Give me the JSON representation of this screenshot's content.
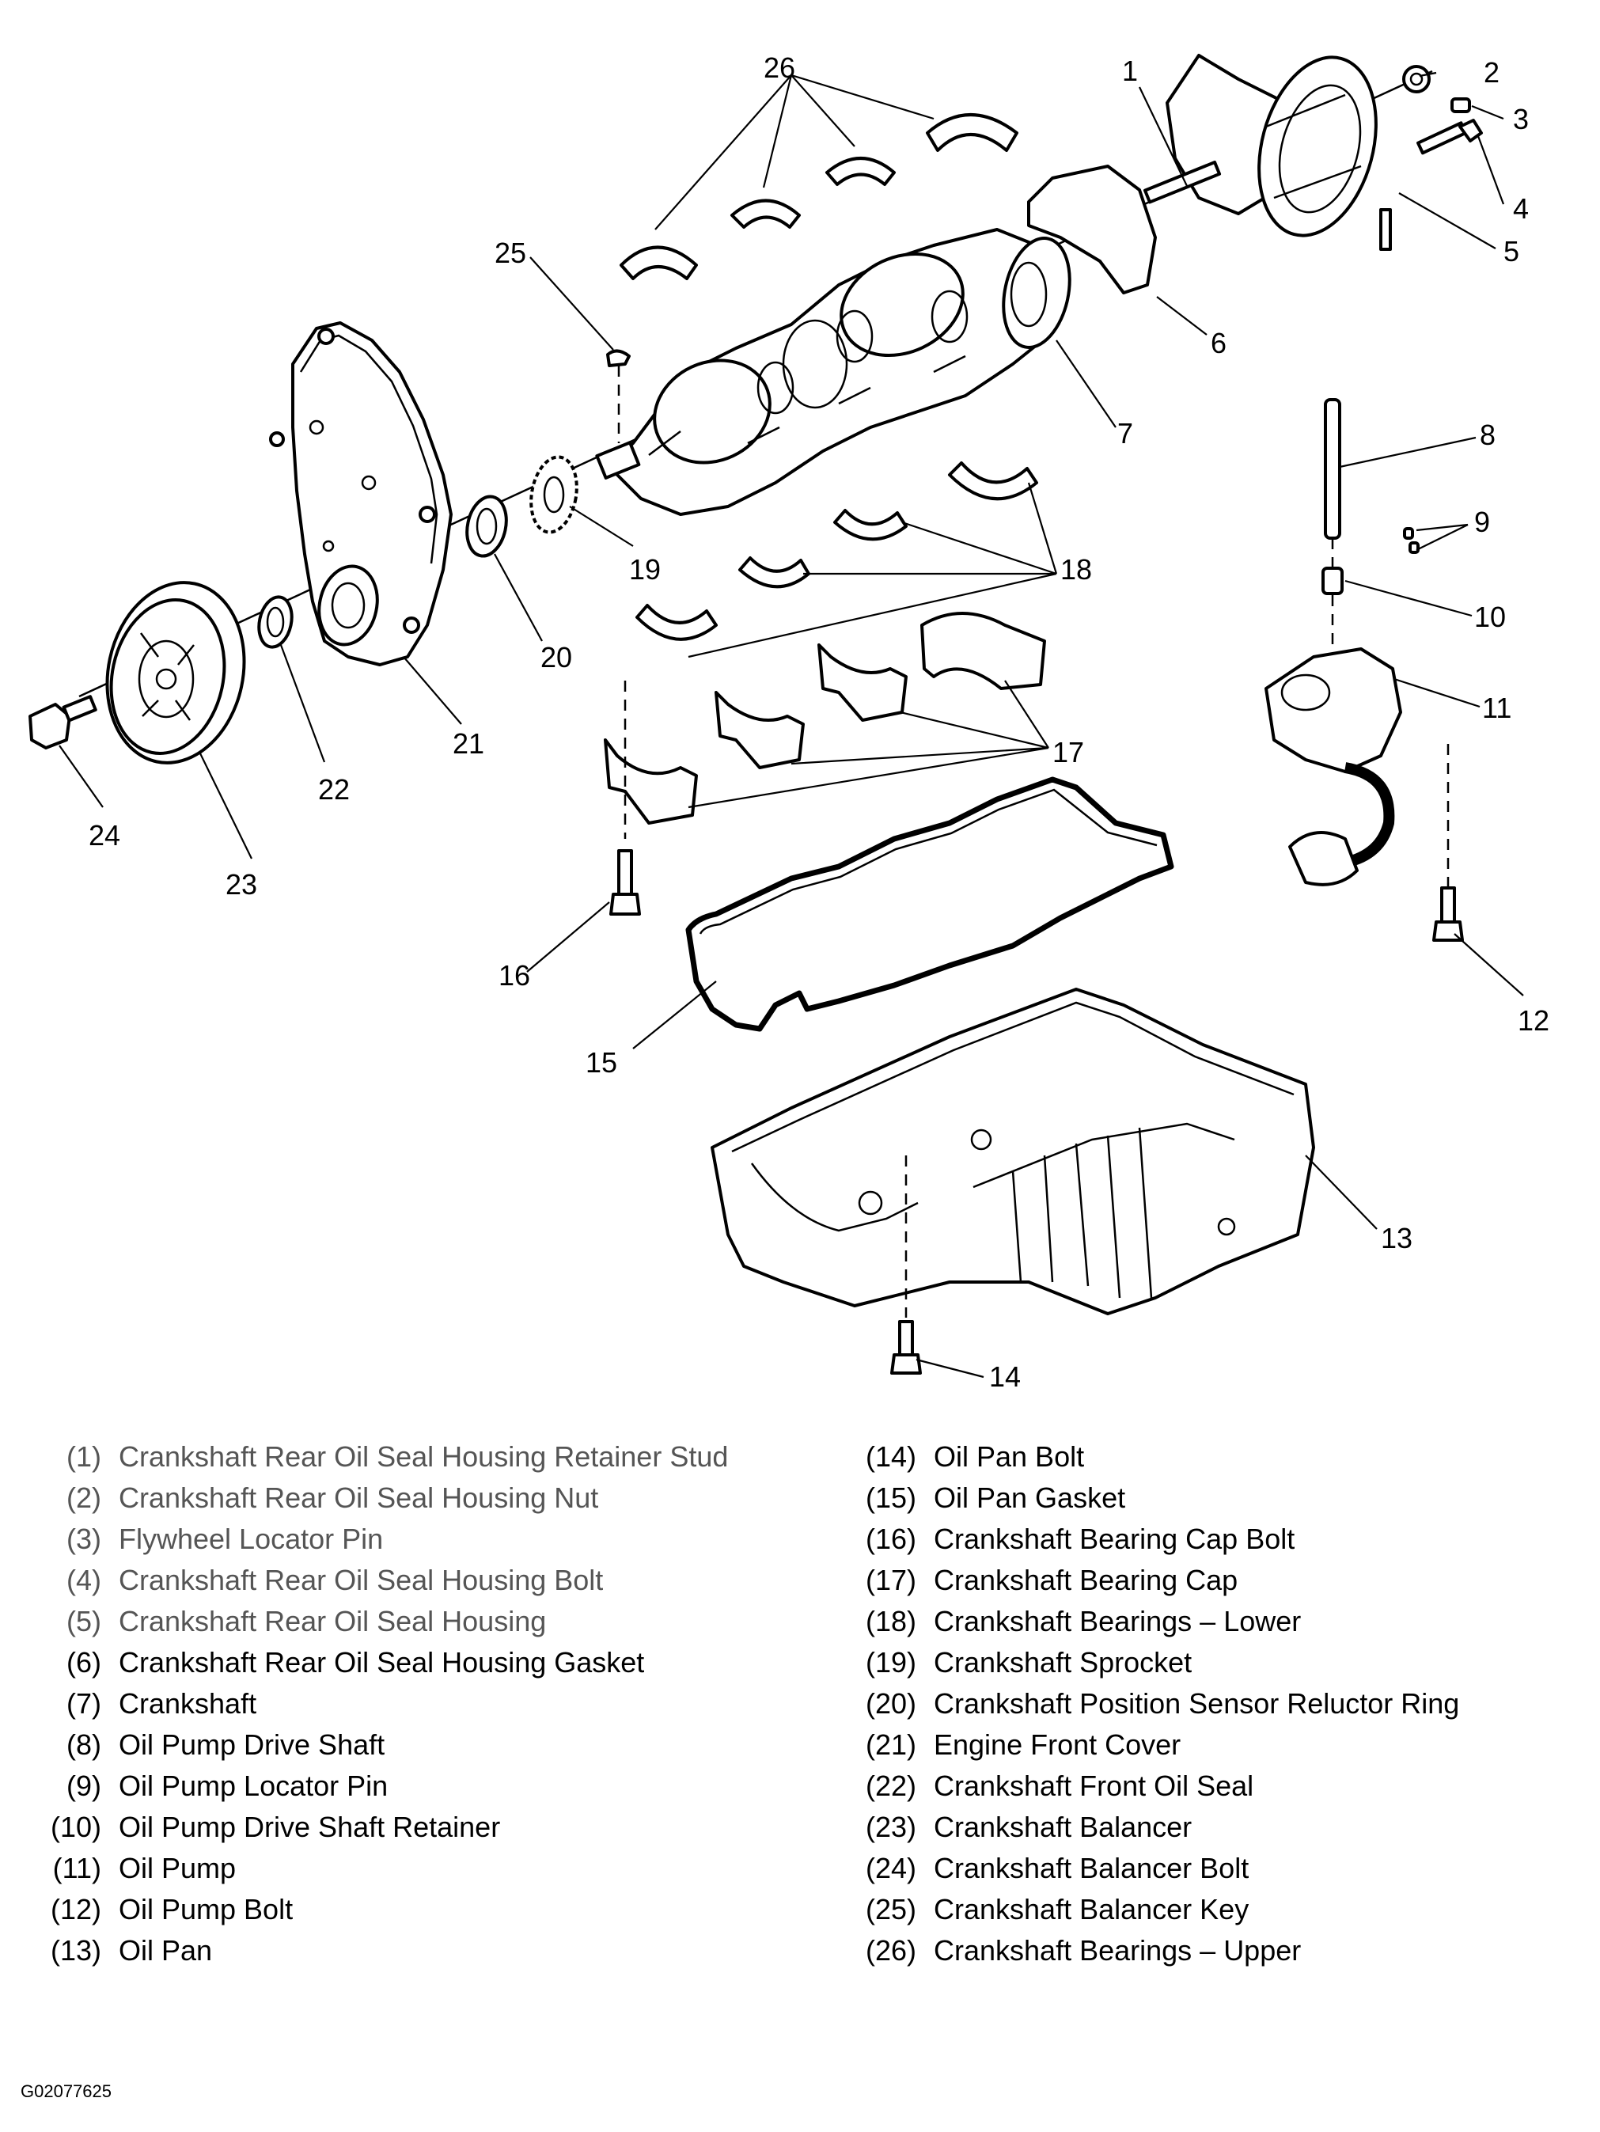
{
  "callouts": [
    "1",
    "2",
    "3",
    "4",
    "5",
    "6",
    "7",
    "8",
    "9",
    "10",
    "11",
    "12",
    "13",
    "14",
    "15",
    "16",
    "17",
    "18",
    "19",
    "20",
    "21",
    "22",
    "23",
    "24",
    "25",
    "26"
  ],
  "legend_left": [
    {
      "num": "(1)",
      "text": "Crankshaft Rear Oil Seal Housing Retainer Stud"
    },
    {
      "num": "(2)",
      "text": "Crankshaft Rear Oil Seal Housing Nut"
    },
    {
      "num": "(3)",
      "text": "Flywheel Locator Pin"
    },
    {
      "num": "(4)",
      "text": "Crankshaft Rear Oil Seal Housing Bolt"
    },
    {
      "num": "(5)",
      "text": "Crankshaft Rear Oil Seal Housing"
    },
    {
      "num": "(6)",
      "text": "Crankshaft Rear Oil Seal Housing Gasket"
    },
    {
      "num": "(7)",
      "text": "Crankshaft"
    },
    {
      "num": "(8)",
      "text": "Oil Pump Drive Shaft"
    },
    {
      "num": "(9)",
      "text": "Oil Pump Locator Pin"
    },
    {
      "num": "(10)",
      "text": "Oil Pump Drive Shaft Retainer"
    },
    {
      "num": "(11)",
      "text": "Oil Pump"
    },
    {
      "num": "(12)",
      "text": "Oil Pump Bolt"
    },
    {
      "num": "(13)",
      "text": "Oil Pan"
    }
  ],
  "legend_right": [
    {
      "num": "(14)",
      "text": "Oil Pan Bolt"
    },
    {
      "num": "(15)",
      "text": "Oil Pan Gasket"
    },
    {
      "num": "(16)",
      "text": "Crankshaft Bearing Cap Bolt"
    },
    {
      "num": "(17)",
      "text": "Crankshaft Bearing Cap"
    },
    {
      "num": "(18)",
      "text": "Crankshaft Bearings – Lower"
    },
    {
      "num": "(19)",
      "text": "Crankshaft Sprocket"
    },
    {
      "num": "(20)",
      "text": "Crankshaft Position Sensor Reluctor Ring"
    },
    {
      "num": "(21)",
      "text": "Engine Front Cover"
    },
    {
      "num": "(22)",
      "text": "Crankshaft Front Oil Seal"
    },
    {
      "num": "(23)",
      "text": "Crankshaft Balancer"
    },
    {
      "num": "(24)",
      "text": "Crankshaft Balancer Bolt"
    },
    {
      "num": "(25)",
      "text": "Crankshaft Balancer Key"
    },
    {
      "num": "(26)",
      "text": "Crankshaft Bearings – Upper"
    }
  ],
  "figure_id": "G02077625"
}
